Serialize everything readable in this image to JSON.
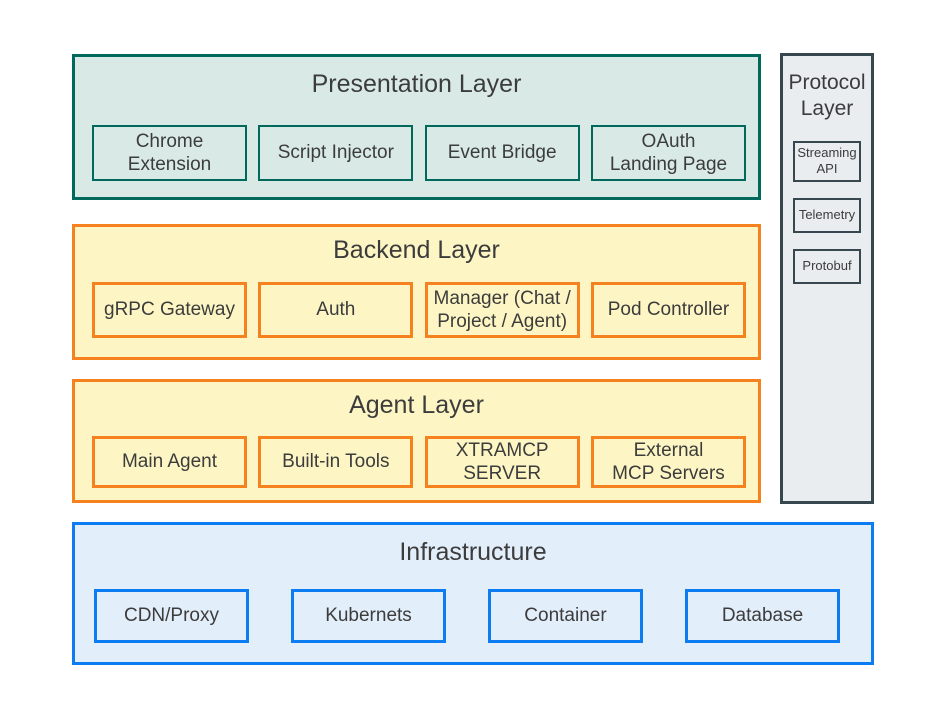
{
  "layers": {
    "presentation": {
      "title": "Presentation Layer",
      "items": [
        "Chrome\nExtension",
        "Script Injector",
        "Event Bridge",
        "OAuth\nLanding Page"
      ]
    },
    "backend": {
      "title": "Backend Layer",
      "items": [
        "gRPC Gateway",
        "Auth",
        "Manager (Chat /\nProject / Agent)",
        "Pod Controller"
      ]
    },
    "agent": {
      "title": "Agent Layer",
      "items": [
        "Main Agent",
        "Built-in Tools",
        "XTRAMCP\nSERVER",
        "External\nMCP Servers"
      ]
    },
    "infrastructure": {
      "title": "Infrastructure",
      "items": [
        "CDN/Proxy",
        "Kubernets",
        "Container",
        "Database"
      ]
    },
    "protocol": {
      "title": "Protocol\nLayer",
      "items": [
        "Streaming\nAPI",
        "Telemetry",
        "Protobuf"
      ]
    }
  },
  "colors": {
    "presentation_fill": "#d9eae6",
    "presentation_border": "#00695c",
    "backend_fill": "#fdf6c4",
    "backend_border": "#f5821f",
    "agent_fill": "#fdf6c4",
    "agent_border": "#f5821f",
    "infrastructure_fill": "#e3eefb",
    "infrastructure_border": "#0b7cf2",
    "protocol_fill": "#e9edf0",
    "protocol_border": "#37474f",
    "text": "#3c3c3c",
    "background": "#ffffff"
  }
}
